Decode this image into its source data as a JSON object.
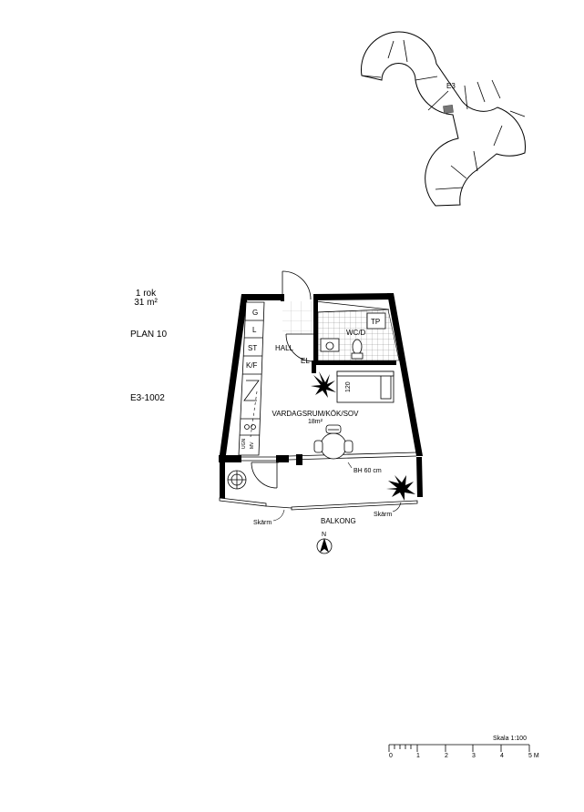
{
  "site_key": {
    "unit_marker": "E3"
  },
  "apartment": {
    "type": "1 rok",
    "area": "31 m²",
    "floor": "PLAN 10",
    "unit_id": "E3-1002"
  },
  "rooms": {
    "hall": "HALL",
    "wc": "WC/D",
    "el": "EL",
    "tp": "TP",
    "living": "VARDAGSRUM/KÖK/SOV",
    "living_area": "18m²",
    "sill_height": "BH 60 cm",
    "balcony": "BALKONG",
    "screen_left": "Skärm",
    "screen_right": "Skärm",
    "bed_width": "120"
  },
  "kitchen": {
    "g": "G",
    "l": "L",
    "st": "ST",
    "kf": "K/F",
    "ugn": "UGN",
    "mv": "MV"
  },
  "compass": {
    "north": "N"
  },
  "scale": {
    "title": "Skala 1:100",
    "ticks": [
      "0",
      "1",
      "2",
      "3",
      "4",
      "5 M"
    ]
  }
}
